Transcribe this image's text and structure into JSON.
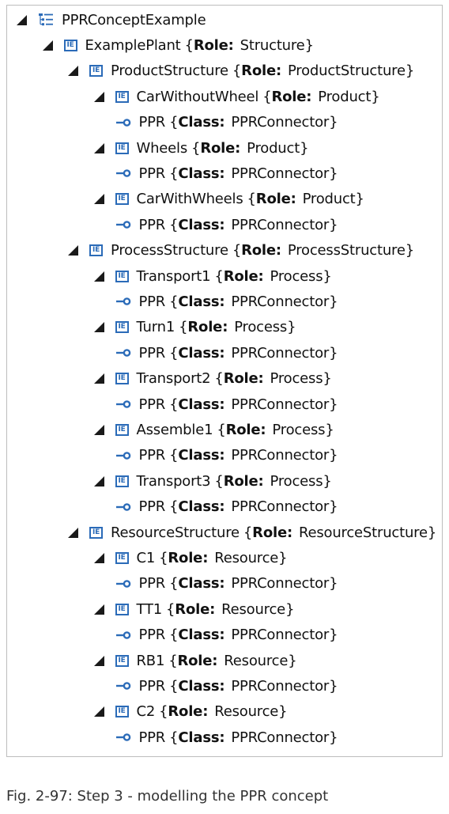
{
  "tree": {
    "root": {
      "name": "PPRConceptExample",
      "icon": "hierarchy-icon"
    },
    "nodes": [
      {
        "level": 1,
        "kind": "ie",
        "name": "ExamplePlant",
        "kw": "Role:",
        "value": "Structure"
      },
      {
        "level": 2,
        "kind": "ie",
        "name": "ProductStructure",
        "kw": "Role:",
        "value": "ProductStructure"
      },
      {
        "level": 3,
        "kind": "ie",
        "name": "CarWithoutWheel",
        "kw": "Role:",
        "value": "Product"
      },
      {
        "level": 4,
        "kind": "connector",
        "name": "PPR",
        "kw": "Class:",
        "value": "PPRConnector"
      },
      {
        "level": 3,
        "kind": "ie",
        "name": "Wheels",
        "kw": "Role:",
        "value": "Product"
      },
      {
        "level": 4,
        "kind": "connector",
        "name": "PPR",
        "kw": "Class:",
        "value": "PPRConnector"
      },
      {
        "level": 3,
        "kind": "ie",
        "name": "CarWithWheels",
        "kw": "Role:",
        "value": "Product"
      },
      {
        "level": 4,
        "kind": "connector",
        "name": "PPR",
        "kw": "Class:",
        "value": "PPRConnector"
      },
      {
        "level": 2,
        "kind": "ie",
        "name": "ProcessStructure",
        "kw": "Role:",
        "value": "ProcessStructure"
      },
      {
        "level": 3,
        "kind": "ie",
        "name": "Transport1",
        "kw": "Role:",
        "value": "Process"
      },
      {
        "level": 4,
        "kind": "connector",
        "name": "PPR",
        "kw": "Class:",
        "value": "PPRConnector"
      },
      {
        "level": 3,
        "kind": "ie",
        "name": "Turn1",
        "kw": "Role:",
        "value": "Process"
      },
      {
        "level": 4,
        "kind": "connector",
        "name": "PPR",
        "kw": "Class:",
        "value": "PPRConnector"
      },
      {
        "level": 3,
        "kind": "ie",
        "name": "Transport2",
        "kw": "Role:",
        "value": "Process"
      },
      {
        "level": 4,
        "kind": "connector",
        "name": "PPR",
        "kw": "Class:",
        "value": "PPRConnector"
      },
      {
        "level": 3,
        "kind": "ie",
        "name": "Assemble1",
        "kw": "Role:",
        "value": "Process"
      },
      {
        "level": 4,
        "kind": "connector",
        "name": "PPR",
        "kw": "Class:",
        "value": "PPRConnector"
      },
      {
        "level": 3,
        "kind": "ie",
        "name": "Transport3",
        "kw": "Role:",
        "value": "Process"
      },
      {
        "level": 4,
        "kind": "connector",
        "name": "PPR",
        "kw": "Class:",
        "value": "PPRConnector"
      },
      {
        "level": 2,
        "kind": "ie",
        "name": "ResourceStructure",
        "kw": "Role:",
        "value": "ResourceStructure"
      },
      {
        "level": 3,
        "kind": "ie",
        "name": "C1",
        "kw": "Role:",
        "value": "Resource"
      },
      {
        "level": 4,
        "kind": "connector",
        "name": "PPR",
        "kw": "Class:",
        "value": "PPRConnector"
      },
      {
        "level": 3,
        "kind": "ie",
        "name": "TT1",
        "kw": "Role:",
        "value": "Resource"
      },
      {
        "level": 4,
        "kind": "connector",
        "name": "PPR",
        "kw": "Class:",
        "value": "PPRConnector"
      },
      {
        "level": 3,
        "kind": "ie",
        "name": "RB1",
        "kw": "Role:",
        "value": "Resource"
      },
      {
        "level": 4,
        "kind": "connector",
        "name": "PPR",
        "kw": "Class:",
        "value": "PPRConnector"
      },
      {
        "level": 3,
        "kind": "ie",
        "name": "C2",
        "kw": "Role:",
        "value": "Resource"
      },
      {
        "level": 4,
        "kind": "connector",
        "name": "PPR",
        "kw": "Class:",
        "value": "PPRConnector"
      }
    ],
    "ie_badge": "IE",
    "colors": {
      "icon_blue": "#2b6bb8",
      "triangle": "#1a1a1a",
      "border": "#bdbdbd"
    }
  },
  "caption": "Fig. 2-97: Step 3 - modelling the PPR concept"
}
